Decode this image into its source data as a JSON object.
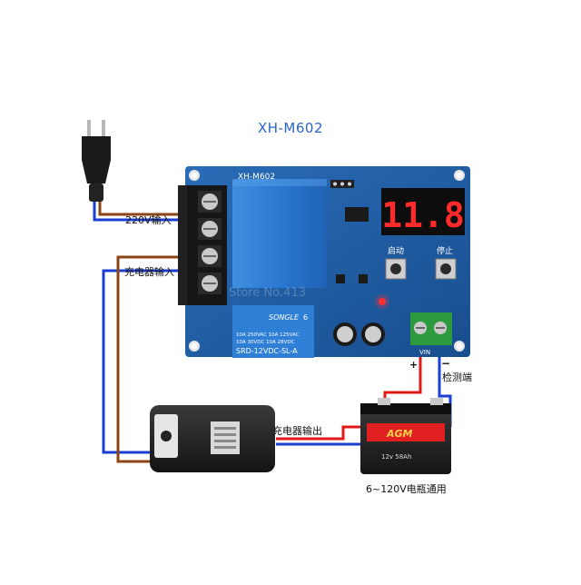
{
  "diagram": {
    "title": "XH-M602",
    "board": {
      "silk_model": "XH-M602",
      "display_value": "11.8",
      "start_label": "启动",
      "stop_label": "停止",
      "vin_label": "VIN",
      "watermark": "Store No.413"
    },
    "relay": {
      "brand": "SONGLE",
      "number": "6",
      "spec_line1": "10A 250VAC   10A 125VAC",
      "spec_line2": "10A  30VDC   10A  28VDC",
      "model": "SRD-12VDC-SL-A"
    },
    "labels": {
      "mains_input": "220V输入",
      "charger_input": "充电器输入",
      "charger_output": "充电器输出",
      "detect_terminal": "检测端",
      "battery_range": "6~120V电瓶通用",
      "plus": "+",
      "minus": "−"
    },
    "battery": {
      "brand": "AGM",
      "rating": "12v 58Ah"
    },
    "colors": {
      "board": "#1f5fa8",
      "display_digits": "#ff2a2a",
      "wire_brown": "#8b4513",
      "wire_blue": "#1a3fd0",
      "wire_red": "#e01818",
      "title": "#2b63c6"
    }
  }
}
